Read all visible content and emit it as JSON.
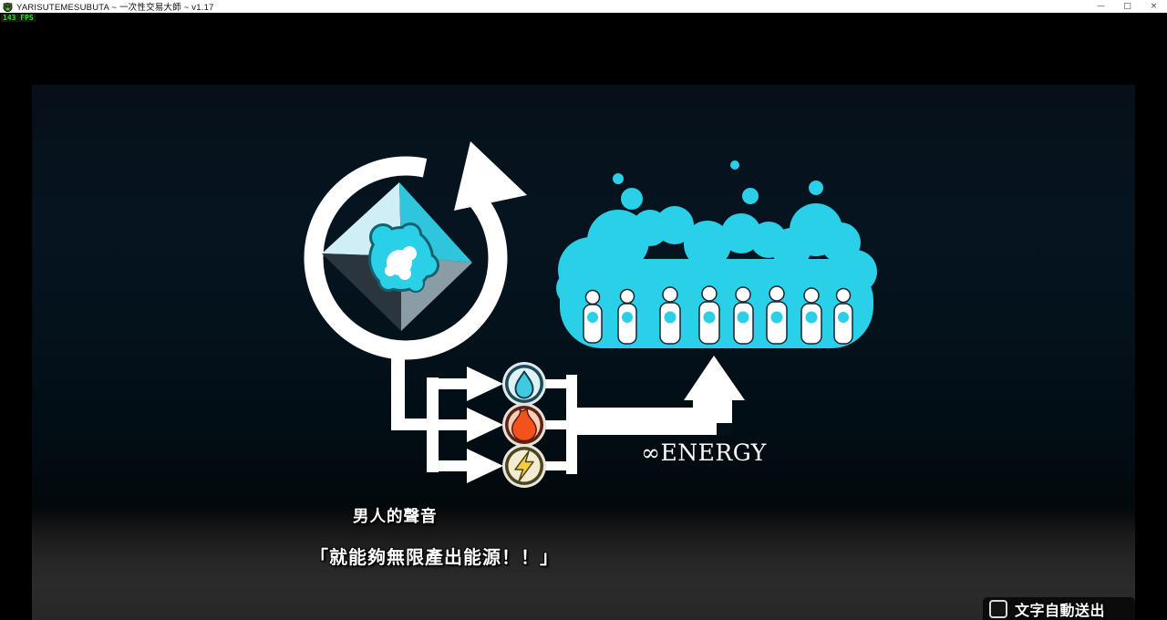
{
  "window": {
    "title": "YARISUTEMESUBUTA ~ 一次性交易大師 ~ v1.17",
    "controls": {
      "minimize": "—",
      "maximize": "□",
      "close": "×"
    }
  },
  "hud": {
    "fps": "143 FPS"
  },
  "scene": {
    "energy_label": "∞ENERGY",
    "crowd_color": "#29d0e8",
    "gem_colors": {
      "top_left": "#cfeef5",
      "top_right": "#2fc6dd",
      "bottom_left": "#2b353d",
      "bottom_right": "#8a9ca6"
    },
    "resources": [
      {
        "name": "water",
        "icon": "water-drop-icon",
        "bg": "#ddf3f8",
        "ring": "#1d4a56",
        "color": "#41c9e2"
      },
      {
        "name": "fire",
        "icon": "flame-icon",
        "bg": "#f6cdb6",
        "ring": "#5d2317",
        "color": "#f4521c"
      },
      {
        "name": "electricity",
        "icon": "lightning-bolt-icon",
        "bg": "#f2ecd2",
        "ring": "#4c451f",
        "color": "#f2cf3a"
      }
    ]
  },
  "dialogue": {
    "speaker": "男人的聲音",
    "line": "「就能夠無限產出能源！！」"
  },
  "footer": {
    "auto_advance_label": "文字自動送出"
  }
}
